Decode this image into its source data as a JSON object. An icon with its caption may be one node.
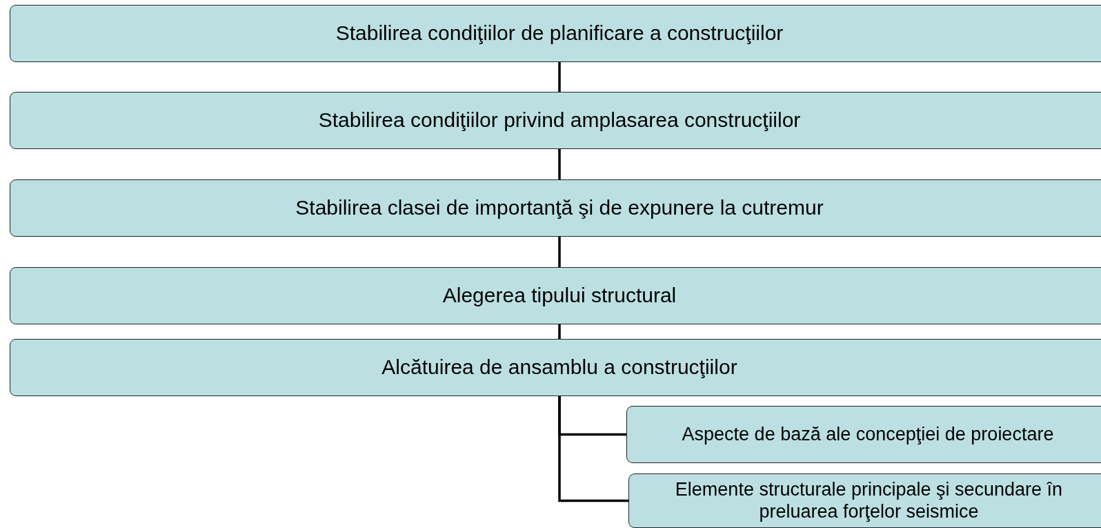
{
  "diagram": {
    "nodes": [
      {
        "text": [
          "Stabilirea condiţiilor de planificare a construcţiilor"
        ]
      },
      {
        "text": [
          "Stabilirea condiţiilor privind amplasarea construcţiilor"
        ]
      },
      {
        "text": [
          "Stabilirea clasei de importanţă şi de expunere la cutremur"
        ]
      },
      {
        "text": [
          "Alegerea tipului structural"
        ]
      },
      {
        "text": [
          "Alcătuirea de ansamblu a construcţiilor"
        ]
      },
      {
        "text": [
          "Aspecte de bază ale concepţiei de proiectare"
        ]
      },
      {
        "text": [
          "Elemente structurale principale şi secundare în preluarea forţelor seismice"
        ]
      }
    ],
    "edges": [
      {
        "from": 0,
        "to": 1,
        "arrow": "none"
      },
      {
        "from": 1,
        "to": 2,
        "arrow": "none"
      },
      {
        "from": 2,
        "to": 3,
        "arrow": "none"
      },
      {
        "from": 3,
        "to": 4,
        "arrow": "none"
      },
      {
        "from": 4,
        "to": 5,
        "arrow": "none"
      },
      {
        "from": 4,
        "to": 6,
        "arrow": "none"
      }
    ]
  }
}
